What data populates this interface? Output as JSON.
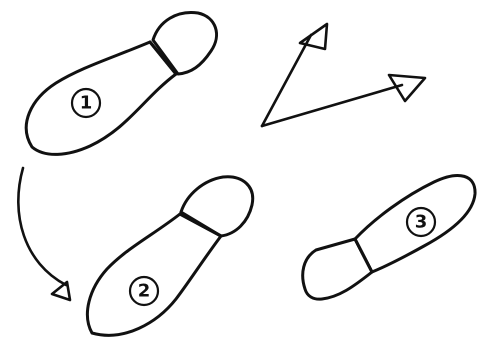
{
  "diagram": {
    "steps": [
      {
        "number": "1",
        "label": ""
      },
      {
        "number": "2",
        "label": ""
      },
      {
        "number": "3",
        "label": ""
      }
    ]
  }
}
